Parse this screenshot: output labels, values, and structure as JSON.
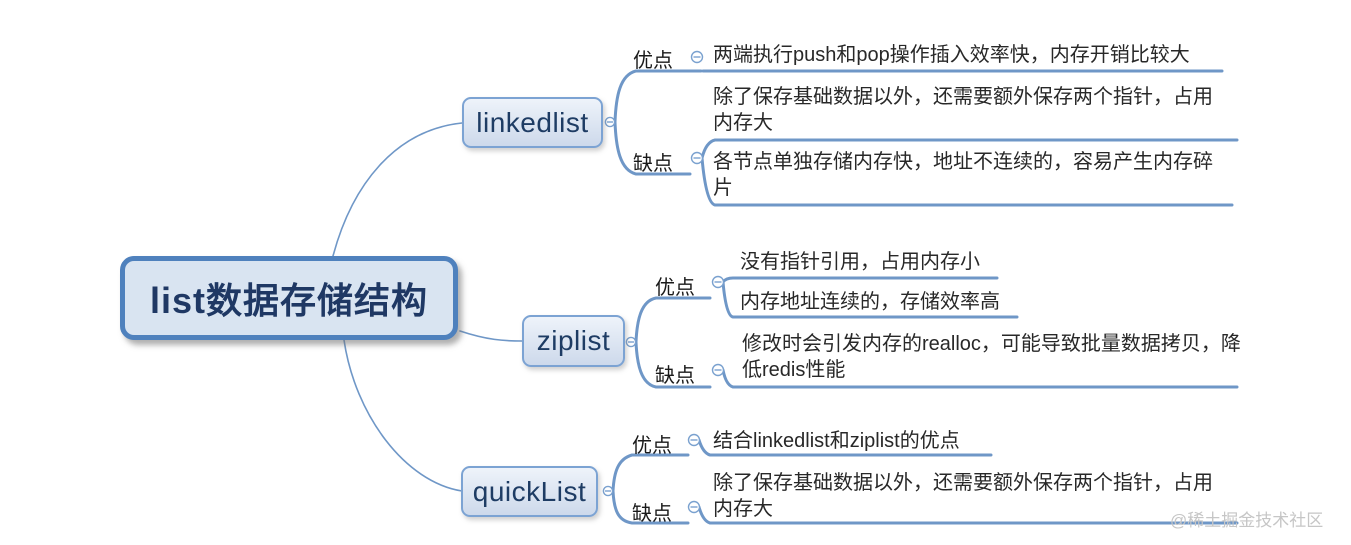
{
  "root": {
    "label": "list数据存储结构"
  },
  "branches": [
    {
      "label": "linkedlist",
      "groups": [
        {
          "label": "优点",
          "items": [
            "两端执行push和pop操作插入效率快，内存开销比较大"
          ]
        },
        {
          "label": "缺点",
          "items": [
            "除了保存基础数据以外，还需要额外保存两个指针，占用内存大",
            "各节点单独存储内存快，地址不连续的，容易产生内存碎片"
          ]
        }
      ]
    },
    {
      "label": "ziplist",
      "groups": [
        {
          "label": "优点",
          "items": [
            "没有指针引用，占用内存小",
            "内存地址连续的，存储效率高"
          ]
        },
        {
          "label": "缺点",
          "items": [
            "修改时会引发内存的realloc，可能导致批量数据拷贝，降低redis性能"
          ]
        }
      ]
    },
    {
      "label": "quickList",
      "groups": [
        {
          "label": "优点",
          "items": [
            "结合linkedlist和ziplist的优点"
          ]
        },
        {
          "label": "缺点",
          "items": [
            "除了保存基础数据以外，还需要额外保存两个指针，占用内存大"
          ]
        }
      ]
    }
  ],
  "icons": {
    "collapse": "minus-circle"
  },
  "colors": {
    "line": "#6f97c7",
    "node_border": "#7ca3d3",
    "root_border": "#4f81bd",
    "root_fill": "#d9e4f1",
    "node_fill": "#d5e0ef",
    "node_text": "#1e3c64",
    "body_text": "#282828",
    "watermark": "#c6c6c6"
  },
  "watermark": "@稀土掘金技术社区"
}
